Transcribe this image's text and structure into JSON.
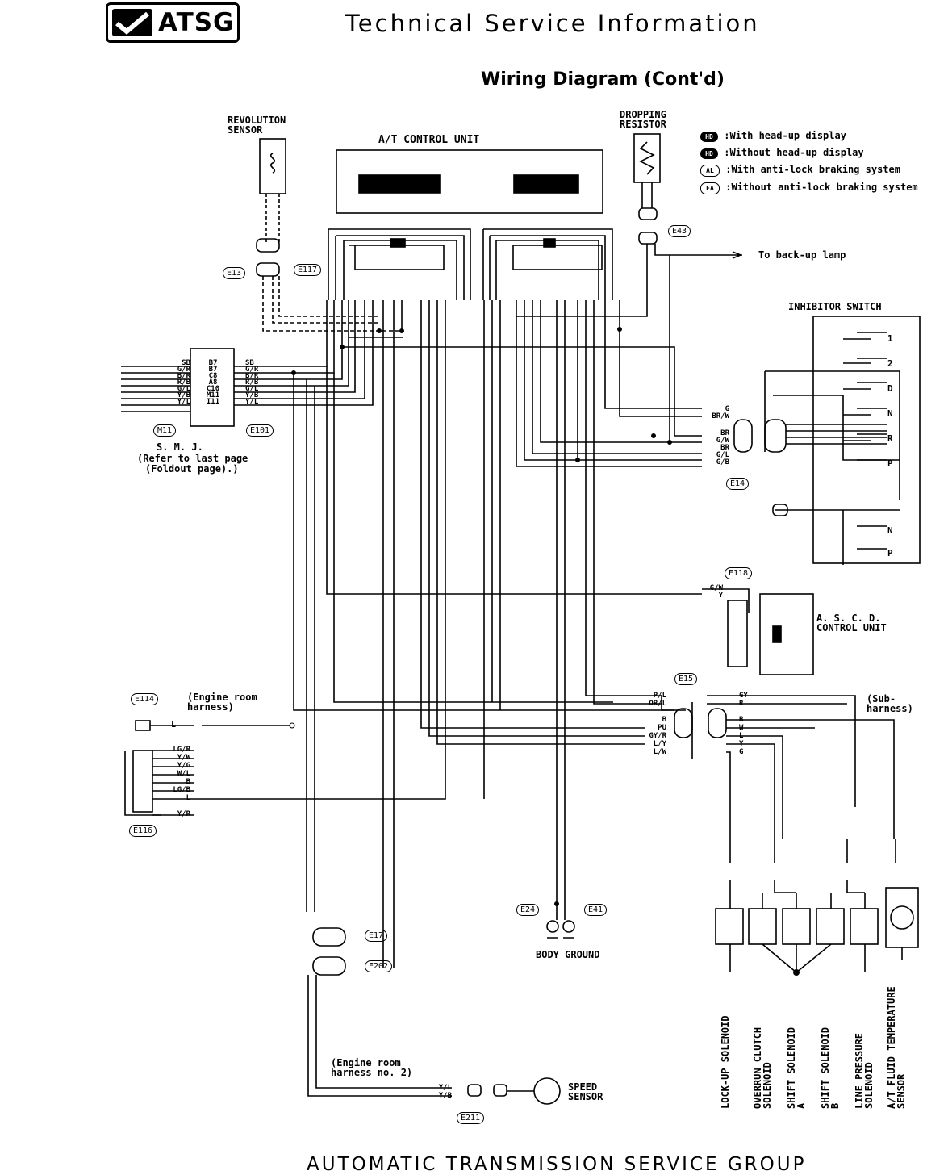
{
  "header": {
    "logo_text": "ATSG",
    "title": "Technical Service Information"
  },
  "page_title": "Wiring Diagram (Cont'd)",
  "footer_text": "AUTOMATIC TRANSMISSION SERVICE GROUP",
  "legend": [
    {
      "code": "HD",
      "text": ":With head-up display"
    },
    {
      "code": "HD",
      "text": ":Without head-up display"
    },
    {
      "code": "AL",
      "text": ":With anti-lock braking system"
    },
    {
      "code": "EA",
      "text": ":Without anti-lock braking system"
    }
  ],
  "components": {
    "revolution_sensor": "REVOLUTION SENSOR",
    "at_control_unit": "A/T CONTROL UNIT",
    "dropping_resistor": "DROPPING RESISTOR",
    "to_backup_lamp": "To back-up lamp",
    "inhibitor_switch": "INHIBITOR SWITCH",
    "smj": "S. M. J.",
    "smj_note_1": "(Refer to last page",
    "smj_note_2": "(Foldout page).)",
    "ascd": "A. S. C. D. CONTROL UNIT",
    "engine_room_harness": "(Engine room harness)",
    "sub_harness": "(Sub- harness)",
    "body_ground": "BODY GROUND",
    "engine_room_harness_2": "(Engine room harness no. 2)",
    "speed_sensor": "SPEED SENSOR"
  },
  "connectors": [
    "E13",
    "E117",
    "E43",
    "M11",
    "E101",
    "E14",
    "E118",
    "E114",
    "E15",
    "E116",
    "E24",
    "E41",
    "E17",
    "E202",
    "E211"
  ],
  "inhibitor_positions": [
    "1",
    "2",
    "D",
    "N",
    "R",
    "P"
  ],
  "inhibitor_positions_lower": [
    "N",
    "P"
  ],
  "smj_wires_left": [
    "SB",
    "G/R",
    "B/R",
    "R/B",
    "G/L",
    "Y/B",
    "Y/L"
  ],
  "smj_pins": [
    "B7",
    "B7",
    "C8",
    "A8",
    "C10",
    "M11",
    "I11"
  ],
  "smj_wires_right": [
    "SB",
    "G/R",
    "B/R",
    "R/B",
    "G/L",
    "Y/B",
    "Y/L"
  ],
  "e14_wires": [
    "G",
    "BR/W",
    "BR",
    "G/W",
    "BR",
    "G/L",
    "G/B"
  ],
  "e118_wires": [
    "G/W",
    "Y"
  ],
  "e15_wires_left": [
    "P/L",
    "OR/L",
    "B",
    "PU",
    "GY/R",
    "L/Y",
    "L/W"
  ],
  "e15_wires_right": [
    "GY",
    "R",
    "B",
    "W",
    "L",
    "Y",
    "G"
  ],
  "e116_wires": [
    "LG/R",
    "Y/W",
    "Y/G",
    "W/L",
    "B",
    "LG/B",
    "L",
    "Y/R"
  ],
  "e114_wire": "L",
  "speed_sensor_wires": [
    "Y/L",
    "Y/B"
  ],
  "solenoids": [
    "LOCK-UP SOLENOID",
    "OVERRUN CLUTCH SOLENOID",
    "SHIFT SOLENOID A",
    "SHIFT SOLENOID B",
    "LINE PRESSURE SOLENOID",
    "A/T FLUID TEMPERATURE SENSOR"
  ]
}
